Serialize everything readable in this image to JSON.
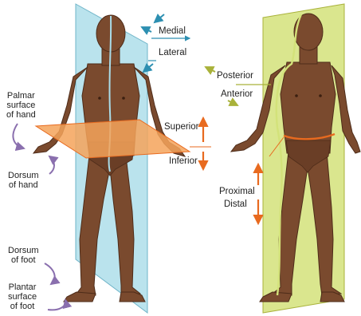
{
  "labels": {
    "medial": "Medial",
    "lateral": "Lateral",
    "posterior": "Posterior",
    "anterior": "Anterior",
    "superior": "Superior",
    "inferior": "Inferior",
    "proximal": "Proximal",
    "distal": "Distal",
    "palmar": [
      "Palmar",
      "surface",
      "of hand"
    ],
    "dorsum_hand": [
      "Dorsum",
      "of hand"
    ],
    "dorsum_foot": [
      "Dorsum",
      "of foot"
    ],
    "plantar": [
      "Plantar",
      "surface",
      "of foot"
    ]
  },
  "colors": {
    "sagittal_plane": "#a9dce9",
    "coronal_plane": "#d3e27a",
    "transverse_plane": "#f4a35a",
    "skin": "#7a4a2e",
    "skin_dark": "#4e2c19",
    "medial_lateral_arrows": "#2d8fb1",
    "posterior_anterior_arrows": "#a9b23a",
    "superior_inferior_arrows": "#e86a1f",
    "hand_foot_arrows": "#8a6fae"
  }
}
